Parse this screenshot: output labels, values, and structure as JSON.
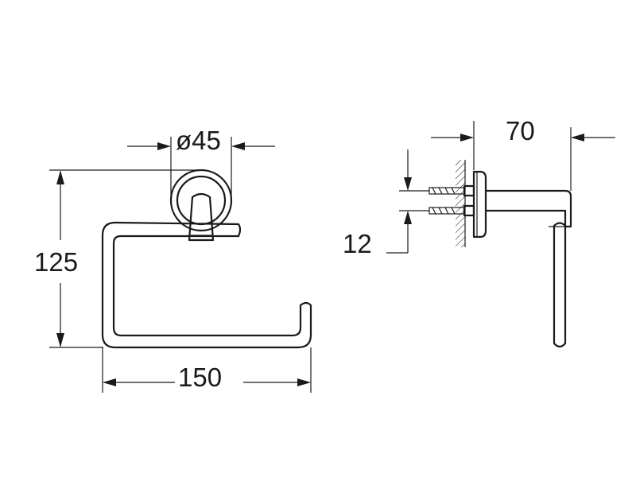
{
  "dimensions": {
    "diameter_label": "ø45",
    "height_label": "125",
    "width_label": "150",
    "depth_label": "70",
    "screw_spacing_label": "12"
  }
}
